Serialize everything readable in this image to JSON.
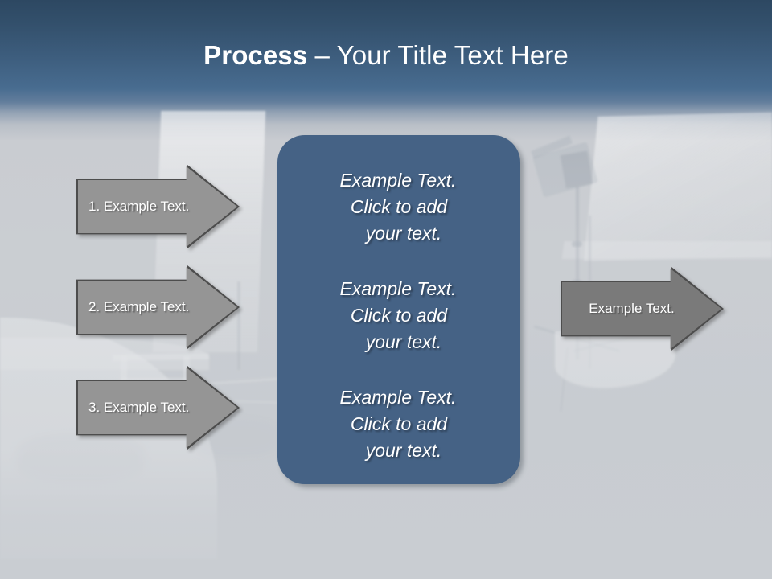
{
  "slide": {
    "title": {
      "bold_part": "Process",
      "rest_part": " – Your Title Text Here"
    },
    "colors": {
      "title_band_top": "#2d4862",
      "title_band_bottom": "#486c90",
      "background": "#c9ccd1",
      "center_panel": "#456285",
      "left_arrow_fill": "#959595",
      "right_arrow_fill": "#7a7a7a",
      "arrow_border": "#4d4d4d",
      "text_white": "#ffffff"
    },
    "left_arrows": [
      {
        "label": "1. Example Text."
      },
      {
        "label": "2. Example Text."
      },
      {
        "label": "3. Example Text."
      }
    ],
    "center_panel": {
      "blocks": [
        {
          "line1": "Example Text.",
          "line2": "Click  to add",
          "line3": "your text."
        },
        {
          "line1": "Example Text.",
          "line2": "Click  to add",
          "line3": "your text."
        },
        {
          "line1": "Example Text.",
          "line2": "Click  to add",
          "line3": "your text."
        }
      ]
    },
    "output_arrow": {
      "label": "Example Text."
    }
  }
}
